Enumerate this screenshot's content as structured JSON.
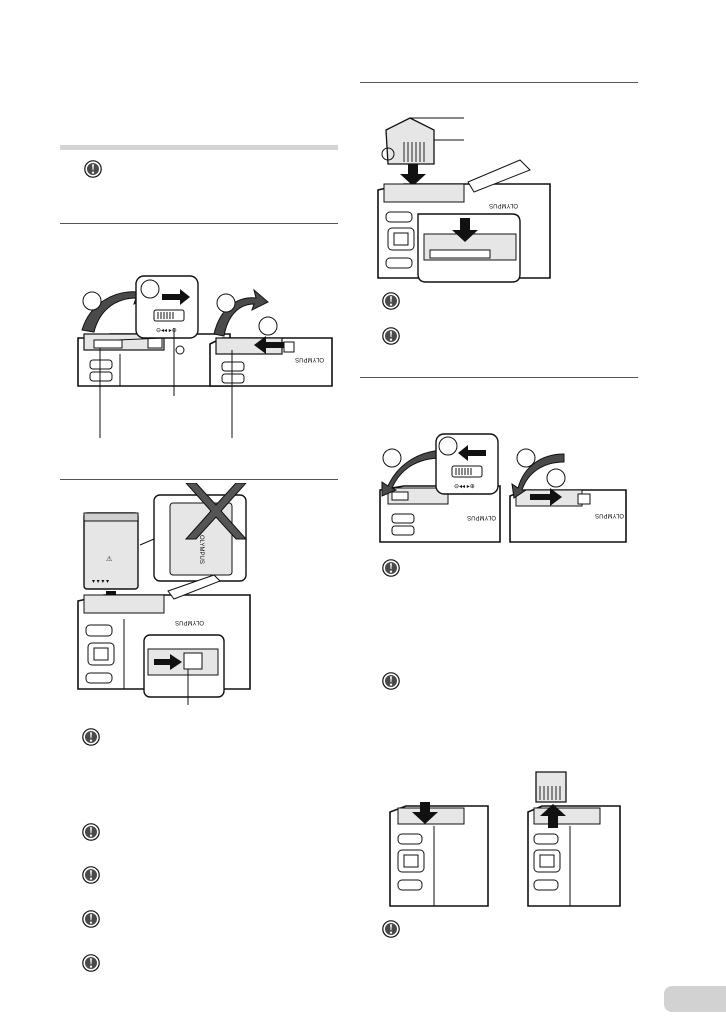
{
  "page": {
    "left_column_sections": [
      "battery-door-opening",
      "battery-insertion",
      "notes-list"
    ],
    "right_column_sections": [
      "card-insertion",
      "battery-door-closing",
      "card-removal"
    ]
  },
  "illustrations": {
    "open_door": {
      "step_numbers": [
        "",
        "",
        "",
        ""
      ],
      "camera_brand": "OLYMPUS"
    },
    "battery_insert": {
      "battery_brand": "OLYMPUS",
      "camera_brand": "OLYMPUS"
    },
    "card_insert": {
      "camera_brand": "OLYMPUS"
    },
    "close_door": {
      "step_numbers": [
        "",
        "",
        ""
      ],
      "camera_brand": "OLYMPUS"
    },
    "card_remove": {
      "camera_brand": "OLYMPUS"
    }
  },
  "icons": {
    "note": "caution-icon",
    "push": "arrow-icon",
    "prohibited": "cross-icon"
  },
  "colors": {
    "line": "#111111",
    "shade": "#e6e6e6",
    "rule": "#555555",
    "header_bar": "#d4d4d4",
    "tab": "#d2d2d2"
  }
}
